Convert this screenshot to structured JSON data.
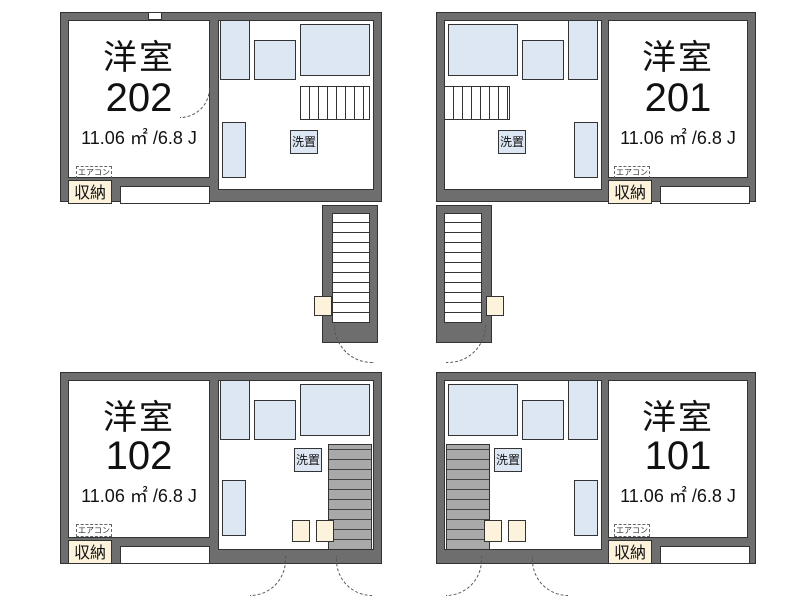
{
  "floor_plan": {
    "units": [
      {
        "id": "202",
        "room_type": "洋室",
        "number": "202",
        "area": "11.06 ㎡ /6.8 J",
        "storage": "収納",
        "aircon": "エアコン",
        "laundry": "洗置"
      },
      {
        "id": "201",
        "room_type": "洋室",
        "number": "201",
        "area": "11.06 ㎡ /6.8 J",
        "storage": "収納",
        "aircon": "エアコン",
        "laundry": "洗置"
      },
      {
        "id": "102",
        "room_type": "洋室",
        "number": "102",
        "area": "11.06 ㎡ /6.8 J",
        "storage": "収納",
        "aircon": "エアコン",
        "laundry": "洗置"
      },
      {
        "id": "101",
        "room_type": "洋室",
        "number": "101",
        "area": "11.06 ㎡ /6.8 J",
        "storage": "収納",
        "aircon": "エアコン",
        "laundry": "洗置"
      }
    ],
    "colors": {
      "wall": "#6e6e6e",
      "fixture": "#dde7f4",
      "storage_fill": "#fdf3dc",
      "stairs_ground": "#a9a9a9"
    }
  }
}
